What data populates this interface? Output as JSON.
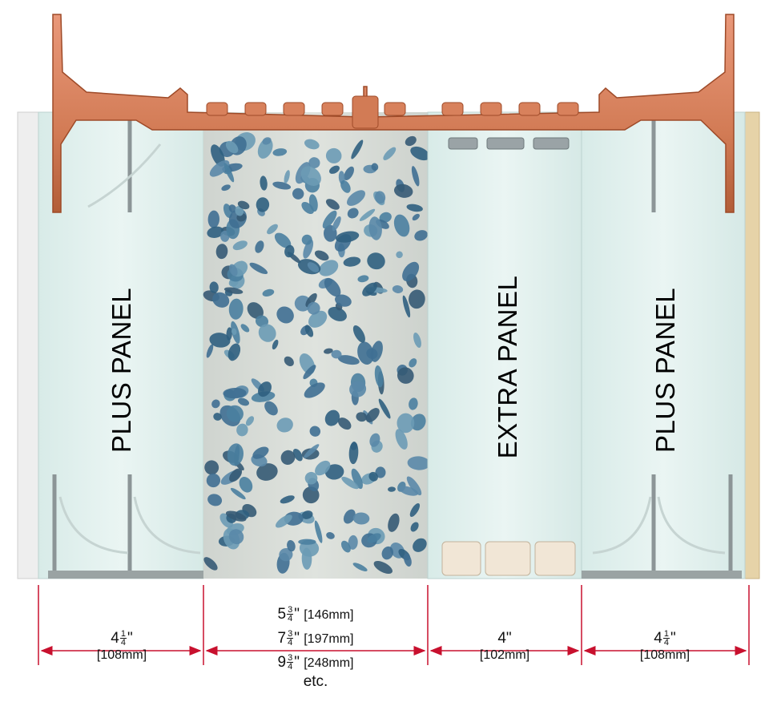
{
  "panels": [
    {
      "label": "PLUS PANEL"
    },
    {
      "label": "EXTRA PANEL"
    },
    {
      "label": "PLUS PANEL"
    }
  ],
  "dimensions": {
    "left": {
      "whole": "4",
      "num": "1",
      "den": "4",
      "inch": "\"",
      "mm": "[108mm]"
    },
    "core": [
      {
        "whole": "5",
        "num": "3",
        "den": "4",
        "inch": "\"",
        "mm": "[146mm]"
      },
      {
        "whole": "7",
        "num": "3",
        "den": "4",
        "inch": "\"",
        "mm": "[197mm]"
      },
      {
        "whole": "9",
        "num": "3",
        "den": "4",
        "inch": "\"",
        "mm": "[248mm]"
      }
    ],
    "core_more": "etc.",
    "extra": {
      "value": "4\"",
      "mm": "[102mm]"
    },
    "right": {
      "whole": "4",
      "num": "1",
      "den": "4",
      "inch": "\"",
      "mm": "[108mm]"
    }
  },
  "colors": {
    "foam": "#e4f1ef",
    "tie": "#d9825e",
    "tie_dark": "#a9522f",
    "dimension_line": "#c8102e",
    "concrete_base": "#d7dbd6",
    "aggregate": "#3f6f92"
  }
}
